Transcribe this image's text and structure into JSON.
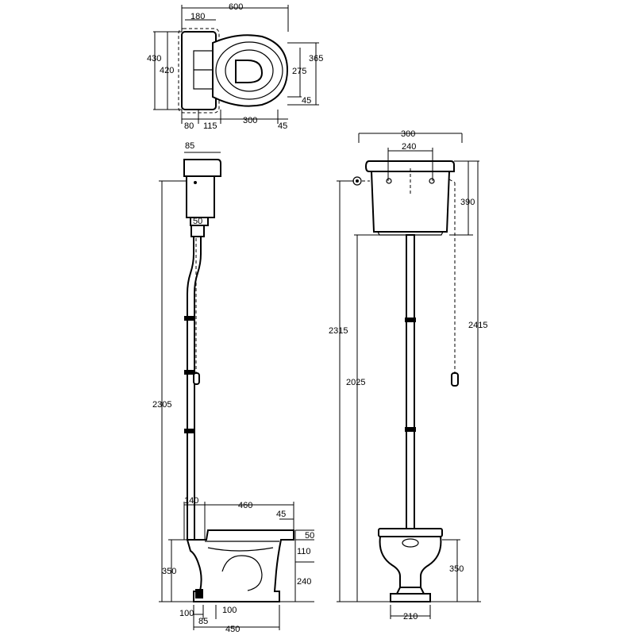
{
  "diagram": {
    "top_view": {
      "dims": {
        "overall_width": "600",
        "cistern_width": "180",
        "overall_depth": "430",
        "cistern_depth": "420",
        "bowl_depth": "365",
        "seat_opening": "275",
        "front_offset": "45",
        "rear_gap": "80",
        "waste_offset": "115",
        "bowl_length": "300",
        "front_margin": "45"
      }
    },
    "side_view": {
      "dims": {
        "cistern_depth": "85",
        "pipe_diameter": "50",
        "total_height": "2305",
        "pan_offset": "140",
        "pan_length": "460",
        "rim_overhang": "45",
        "rim_height": "50",
        "seat_band": "110",
        "pan_height": "350",
        "outlet_height": "240",
        "outlet_back": "100",
        "outlet_center": "85",
        "outlet_projection": "100",
        "base_length": "450"
      }
    },
    "front_view": {
      "dims": {
        "cistern_width": "300",
        "cistern_bracket": "240",
        "cistern_height": "390",
        "fixing_height": "2315",
        "pipe_height": "2025",
        "overall_height": "2415",
        "pan_height": "350",
        "base_width": "210"
      }
    }
  }
}
